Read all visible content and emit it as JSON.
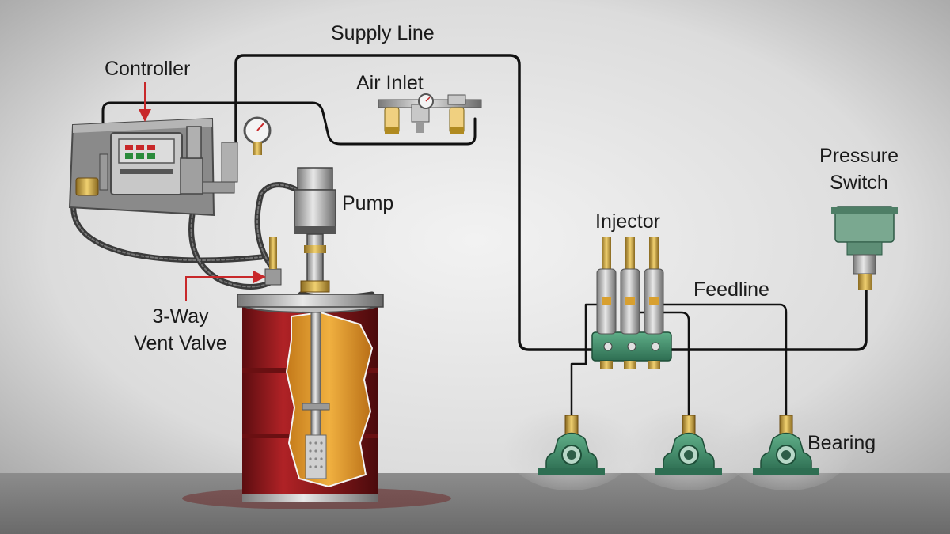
{
  "labels": {
    "supply_line": "Supply Line",
    "controller": "Controller",
    "air_inlet": "Air Inlet",
    "pump": "Pump",
    "pressure_switch_line1": "Pressure",
    "pressure_switch_line2": "Switch",
    "injector": "Injector",
    "feedline": "Feedline",
    "vent_valve_line1": "3-Way",
    "vent_valve_line2": "Vent Valve",
    "bearing": "Bearing"
  },
  "colors": {
    "background": "#e4e4e4",
    "floor": "#8a8a8a",
    "tubing": "#111111",
    "arrow": "#c8282a",
    "drum_red": "#8e1a1c",
    "grease_orange": "#e8a030",
    "injector_block": "#3f8f6a",
    "bearing_green": "#3e8a6c",
    "switch_green": "#6e9e84",
    "brass": "#c9a040"
  }
}
